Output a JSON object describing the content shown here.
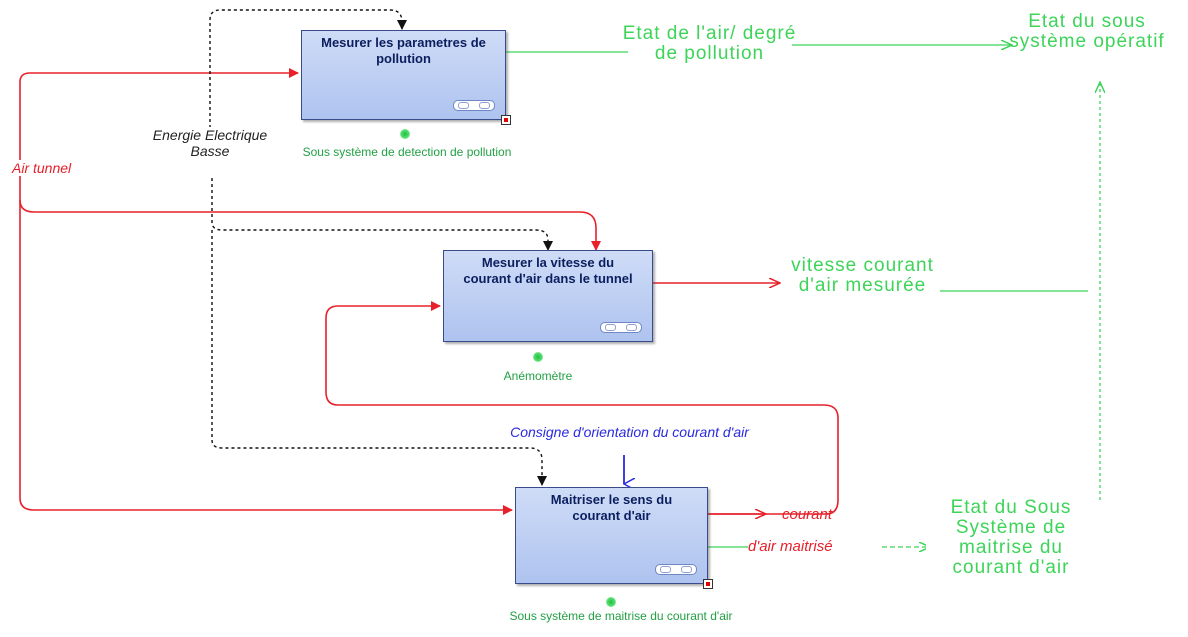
{
  "boxes": [
    {
      "id": "mesurer-pollution",
      "title": "Mesurer les parametres de pollution",
      "label": "Sous système de detection de pollution"
    },
    {
      "id": "mesurer-vitesse",
      "title": "Mesurer la vitesse du courant d'air dans le tunnel",
      "label": "Anémomètre"
    },
    {
      "id": "maitriser-sens",
      "title": "Maitriser le sens du courant d'air",
      "label": "Sous système de maitrise du courant d'air"
    }
  ],
  "inputs": {
    "air_tunnel": "Air tunnel",
    "energie": "Energie Electrique Basse",
    "consigne": "Consigne d'orientation du courant d'air"
  },
  "outputs": {
    "etat_air": "Etat de l'air/ degré de pollution",
    "vitesse": "vitesse courant d'air mesurée",
    "courant": "courant",
    "air_maitrise": "d'air maitrisé",
    "etat_operatif": "Etat du sous système opératif",
    "etat_maitrise": "Etat du Sous Système de maitrise du courant d'air"
  },
  "colors": {
    "matter_flow": "#e8202a",
    "energy_flow": "#222222",
    "info_flow": "#3ed45a",
    "control_flow": "#2a2ae0",
    "box_fill": "#bccdf3"
  }
}
